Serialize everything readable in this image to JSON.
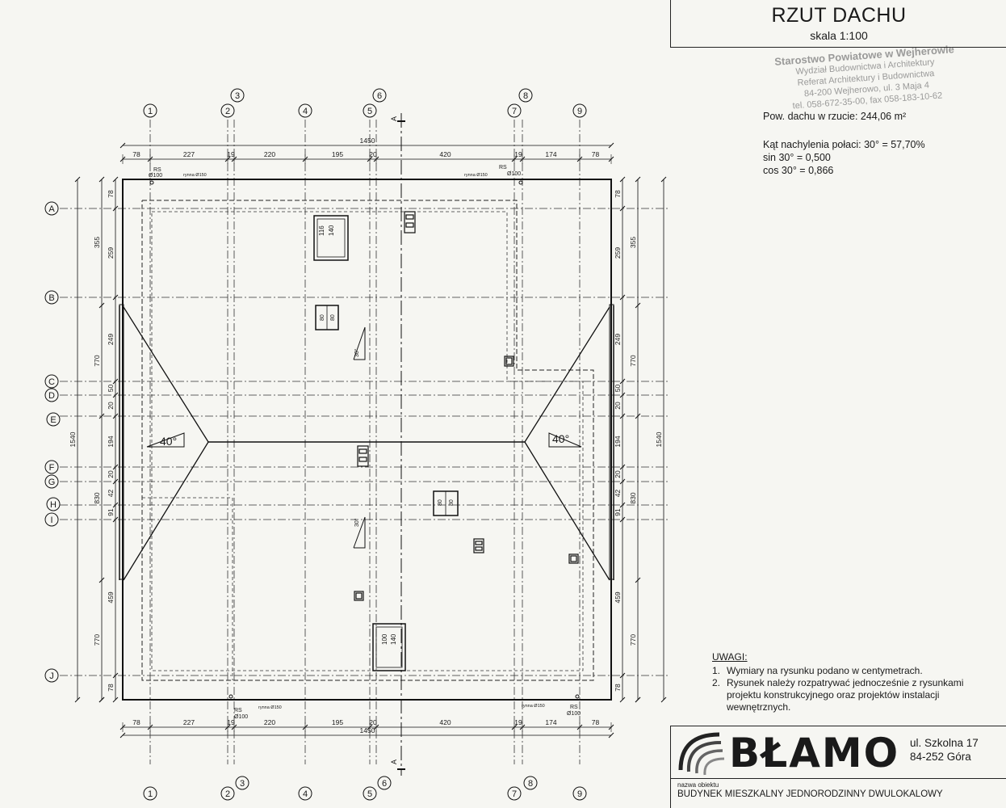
{
  "title": {
    "main": "RZUT DACHU",
    "scale": "skala 1:100"
  },
  "stamp": {
    "lines": [
      "Starostwo Powiatowe w Wejherowie",
      "Wydział Budownictwa i Architektury",
      "Referat Architektury i Budownictwa",
      "84-200 Wejherowo, ul. 3 Maja 4",
      "tel. 058-672-35-00, fax 058-183-10-62"
    ]
  },
  "info": {
    "area": "Pow. dachu w rzucie: 244,06 m²",
    "slope": "Kąt nachylenia połaci: 30° = 57,70%",
    "sin": "sin 30° = 0,500",
    "cos": "cos 30° = 0,866"
  },
  "notes": {
    "heading": "UWAGI:",
    "items": [
      {
        "num": "1.",
        "text": "Wymiary na rysunku podano w centymetrach."
      },
      {
        "num": "2.",
        "text": "Rysunek należy rozpatrywać jednocześnie z rysunkami projektu konstrukcyjnego oraz projektów instalacji wewnętrznych."
      }
    ]
  },
  "company": {
    "logo": "BŁAMO",
    "address_line1": "ul. Szkolna 17",
    "address_line2": "84-252 Góra",
    "object_label": "nazwa obiektu",
    "object_name": "BUDYNEK MIESZKALNY JEDNORODZINNY DWULOKALOWY"
  },
  "grid": {
    "columns": [
      "1",
      "2",
      "3",
      "4",
      "5",
      "6",
      "7",
      "8",
      "9"
    ],
    "rows": [
      "A",
      "B",
      "C",
      "D",
      "E",
      "F",
      "G",
      "H",
      "I",
      "J"
    ]
  },
  "dimensions": {
    "top_total": "1450",
    "top_chain": [
      "78",
      "227",
      "19",
      "220",
      "195",
      "20",
      "420",
      "19",
      "174",
      "78"
    ],
    "bottom_total": "1450",
    "bottom_chain": [
      "78",
      "227",
      "19",
      "220",
      "195",
      "20",
      "420",
      "19",
      "174",
      "78"
    ],
    "side_fine": [
      "78",
      "259",
      "249",
      "50",
      "20",
      "194",
      "20",
      "42",
      "91",
      "459",
      "78"
    ],
    "side_mid": [
      "355",
      "770",
      "830",
      "770",
      "355"
    ],
    "side_total": "1540"
  },
  "annotations": {
    "rs_label": "RS",
    "rs_diameter": "Ø100",
    "gutter": "rynna Ø150",
    "section_mark": "A",
    "hip_angle": "40°",
    "slope_angle": "30°",
    "window_a": [
      "116",
      "140"
    ],
    "window_b": [
      "100",
      "140"
    ],
    "skylight": [
      "80",
      "80"
    ]
  }
}
